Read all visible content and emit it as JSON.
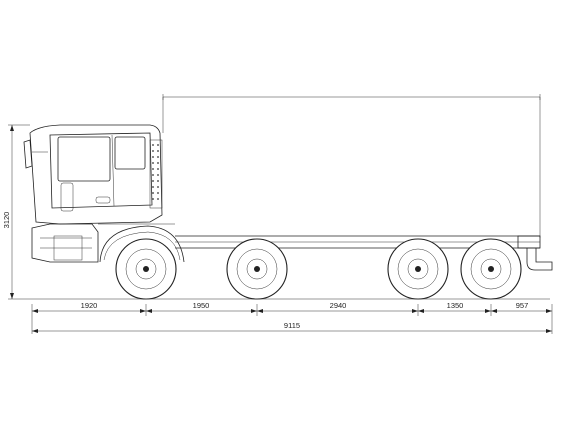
{
  "drawing": {
    "height_dim": "3120",
    "dims": [
      "1920",
      "1950",
      "2940",
      "1350",
      "957"
    ],
    "total_dim": "9115"
  },
  "colors": {
    "line": "#222222",
    "background": "#ffffff"
  }
}
